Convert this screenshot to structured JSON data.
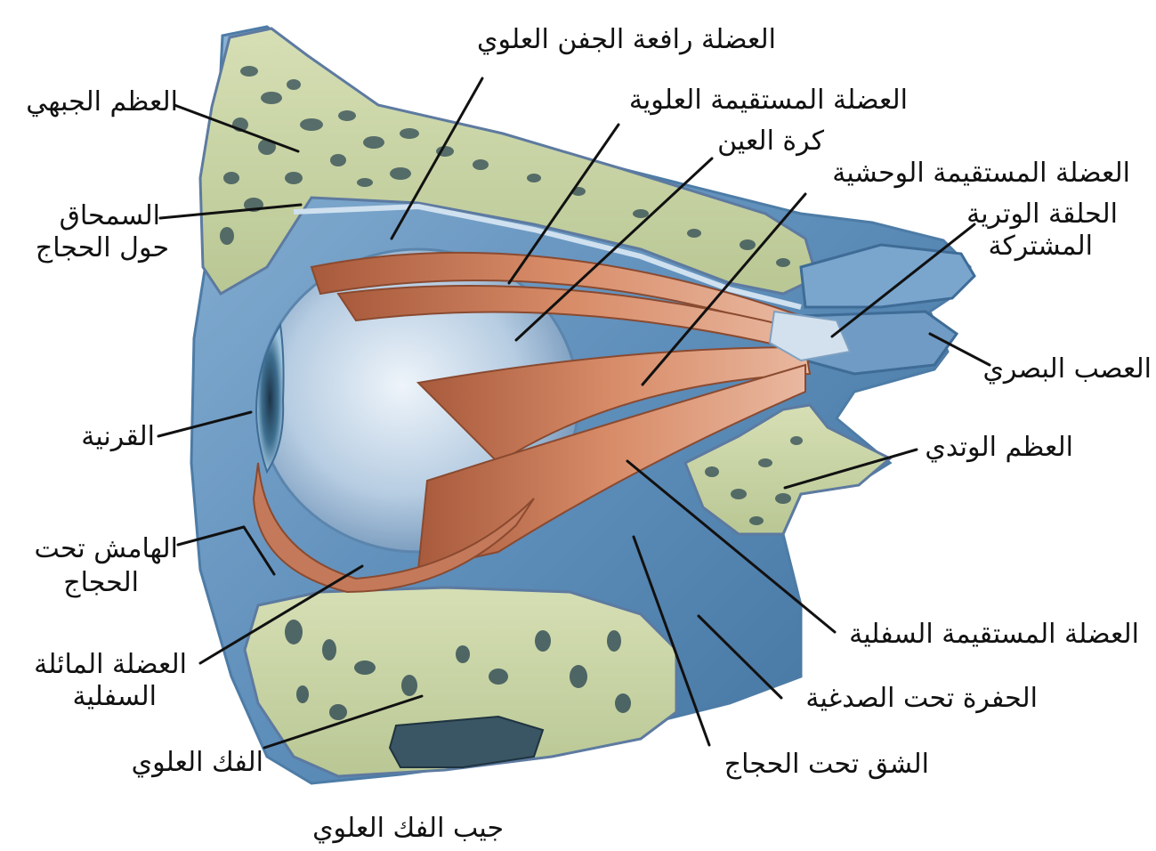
{
  "labels": {
    "levator": "العضلة رافعة الجفن العلوي",
    "frontal": "العظم الجبهي",
    "superior_rectus": "العضلة المستقيمة العلوية",
    "eyeball": "كرة العين",
    "lateral_rectus": "العضلة المستقيمة الوحشية",
    "periorbita_1": "السمحاق",
    "periorbita_2": "حول الحجاج",
    "common_ring_1": "الحلقة الوترية",
    "common_ring_2": "المشتركة",
    "optic_nerve": "العصب البصري",
    "cornea": "القرنية",
    "sphenoid": "العظم الوتدي",
    "infraorbital_margin_1": "الهامش تحت",
    "infraorbital_margin_2": "الحجاج",
    "inferior_rectus": "العضلة المستقيمة السفلية",
    "inferior_oblique_1": "العضلة المائلة",
    "inferior_oblique_2": "السفلية",
    "infratemporal_fossa": "الحفرة تحت الصدغية",
    "maxilla": "الفك العلوي",
    "inferior_orbital_fissure": "الشق تحت الحجاج",
    "maxillary_sinus": "جيب الفك العلوي"
  },
  "colors": {
    "bone": "#c9d4a4",
    "bone_pore": "#2f4a54",
    "tissue": "#6f9dc4",
    "tissue_dark": "#3d6e9a",
    "muscle": "#c97a58",
    "muscle_light": "#e7aa8a",
    "eyeball": "#b9cfe3",
    "leader": "#111111"
  }
}
